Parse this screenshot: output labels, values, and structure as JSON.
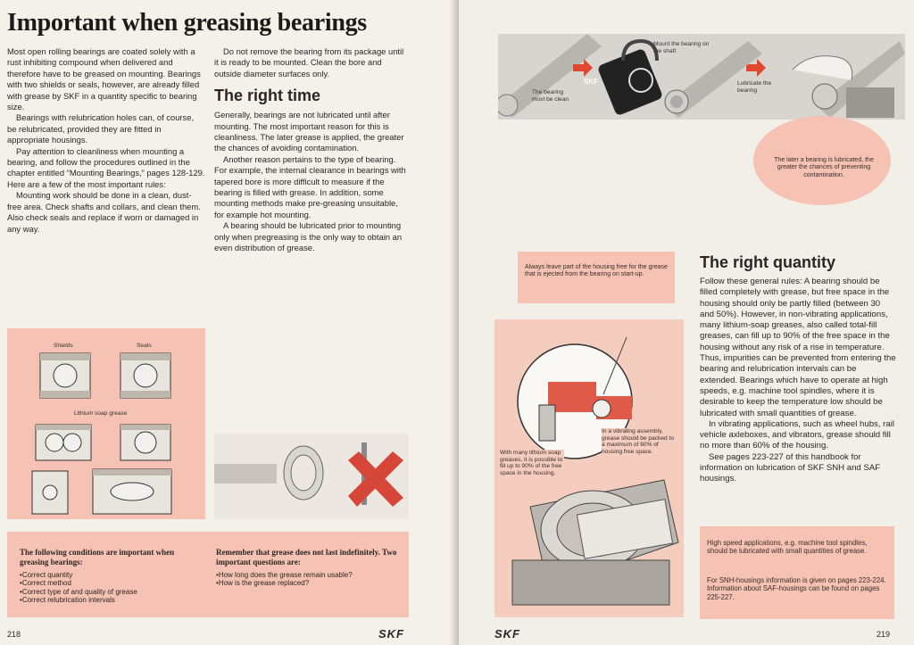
{
  "left_page": {
    "title": "Important when greasing bearings",
    "col1": [
      "Most open rolling bearings are coated solely with a rust inhibiting compound when delivered and therefore have to be greased on mounting. Bearings with two shields or seals, however, are already filled with grease by SKF in a quantity specific to bearing size.",
      "Bearings with relubrication holes can, of course, be relubricated, provided they are fitted in appropriate housings.",
      "Pay attention to cleanliness when mounting a bearing, and follow the procedures outlined in the chapter entitled “Mounting Bearings,” pages 128-129. Here are a few of the most important rules:",
      "Mounting work should be done in a clean, dust-free area. Check shafts and collars, and clean them. Also check seals and replace if worn or damaged in any way."
    ],
    "col2_intro": "Do not remove the bearing from its package until it is ready to be mounted. Clean the bore and outside diameter surfaces only.",
    "heading": "The right time",
    "col2": [
      "Generally, bearings are not lubricated until after mounting. The most important reason for this is cleanliness. The later grease is applied, the greater the chances of avoiding contamination.",
      "Another reason pertains to the type of bearing. For example, the internal clearance in bearings with tapered bore is more difficult to measure if the bearing is filled with grease. In addition, some mounting methods make pre-greasing unsuitable, for example hot mounting.",
      "A bearing should be lubricated prior to mounting only when pregreasing is the only way to obtain an even distribution of grease."
    ],
    "figure_labels": {
      "shields": "Shields",
      "seals": "Seals",
      "lithium": "Lithium soap grease"
    },
    "box1": {
      "heading": "The following conditions are important when greasing bearings:",
      "items": [
        "Correct quantity",
        "Correct method",
        "Correct type of and quality of grease",
        "Correct relubrication intervals"
      ]
    },
    "box2": {
      "heading": "Remember that grease does not last indefinitely. Two important questions are:",
      "items": [
        "How long does the grease remain usable?",
        "How is the grease replaced?"
      ]
    },
    "page_number": "218",
    "brand": "SKF"
  },
  "right_page": {
    "figure_labels": {
      "clean": "The bearing must be clean",
      "mount": "Mount the bearing on the shaft",
      "lubricate": "Lubricate the bearing",
      "skf": "SKF"
    },
    "callout_later": "The later a bearing is lubricated, the greater the chances of preventing contamination.",
    "callout_housing": "Always leave part of the housing free for the grease that is ejected from the bearing on start-up.",
    "label_vibrating": "In a vibrating assembly, grease should be packed to a maximum of 60% of housing free space.",
    "label_lithium": "With many lithium soap greases, it is possible to fill up to 90% of the free space in the housing.",
    "heading": "The right quantity",
    "paragraphs": [
      "Follow these general rules: A bearing should be filled completely with grease, but free space in the housing should only be partly filled (between 30 and 50%). However, in non-vibrating applications, many lithium-soap greases, also called total-fill greases, can fill up to 90% of the free space in the housing without any risk of a rise in temperature. Thus, impurities can be prevented from entering the bearing and relubrication intervals can be extended. Bearings which have to operate at high speeds, e.g. machine tool spindles, where it is desirable to keep the temperature low should be lubricated with small quantities of grease.",
      "In vibrating applications, such as wheel hubs, rail vehicle axleboxes, and vibrators, grease should fill no more than 60% of the housing.",
      "See pages 223-227 of this handbook for information on lubrication of SKF SNH and SAF housings."
    ],
    "box_note1": "High speed applications, e.g. machine tool spindles, should be lubricated with small quantities of grease.",
    "box_note2": "For SNH-housings information is given on pages 223-224. Information about SAF-housings can be found on pages 225-227.",
    "page_number": "219",
    "brand": "SKF"
  }
}
